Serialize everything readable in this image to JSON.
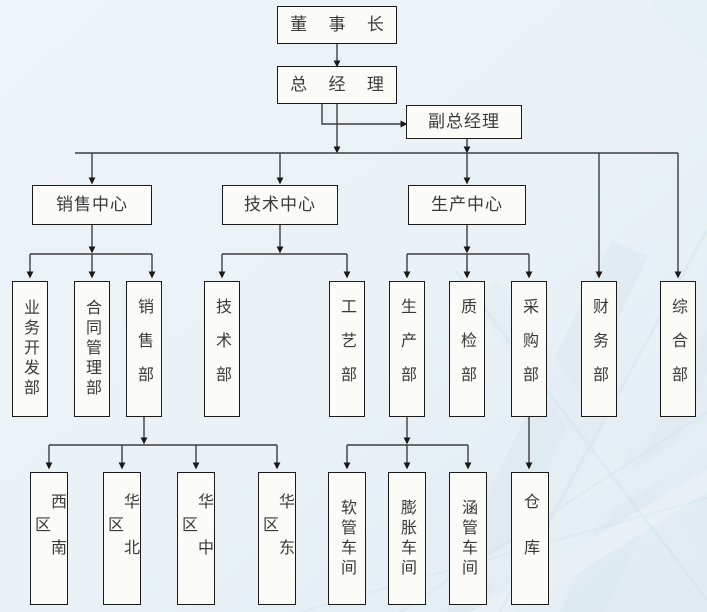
{
  "page": {
    "title": "组织结构图",
    "background_color": "#eef4f8",
    "box_fill": "#fbfbf7",
    "box_border": "#1a1a1a",
    "connector_color": "#3d3d3d"
  },
  "nodes": {
    "chairman": {
      "label": "董 事 长",
      "text": "董事长"
    },
    "general_manager": {
      "label": "总 经 理",
      "text": "总经理"
    },
    "deputy_general_manager": {
      "label": "副总经理",
      "text": "副总经理"
    },
    "sales_center": {
      "label": "销售中心",
      "text": "销售中心"
    },
    "tech_center": {
      "label": "技术中心",
      "text": "技术中心"
    },
    "production_center": {
      "label": "生产中心",
      "text": "生产中心"
    },
    "business_development_dept": {
      "label": "业务开发部"
    },
    "contract_management_dept": {
      "label": "合同管理部"
    },
    "sales_dept": {
      "label": "销售部"
    },
    "technology_dept": {
      "label": "技术部"
    },
    "process_dept": {
      "label": "工艺部"
    },
    "production_dept": {
      "label": "生产部"
    },
    "quality_inspection_dept": {
      "label": "质检部"
    },
    "purchasing_dept": {
      "label": "采购部"
    },
    "finance_dept": {
      "label": "财务部"
    },
    "general_affairs_dept": {
      "label": "综合部"
    },
    "region_southwest": {
      "label": "西南区"
    },
    "region_north": {
      "label": "华北区"
    },
    "region_central": {
      "label": "华中区"
    },
    "region_east": {
      "label": "华东区"
    },
    "hose_workshop": {
      "label": "软管车间"
    },
    "expansion_workshop": {
      "label": "膨胀车间"
    },
    "culvert_workshop": {
      "label": "涵管车间"
    },
    "warehouse": {
      "label": "仓库"
    }
  }
}
